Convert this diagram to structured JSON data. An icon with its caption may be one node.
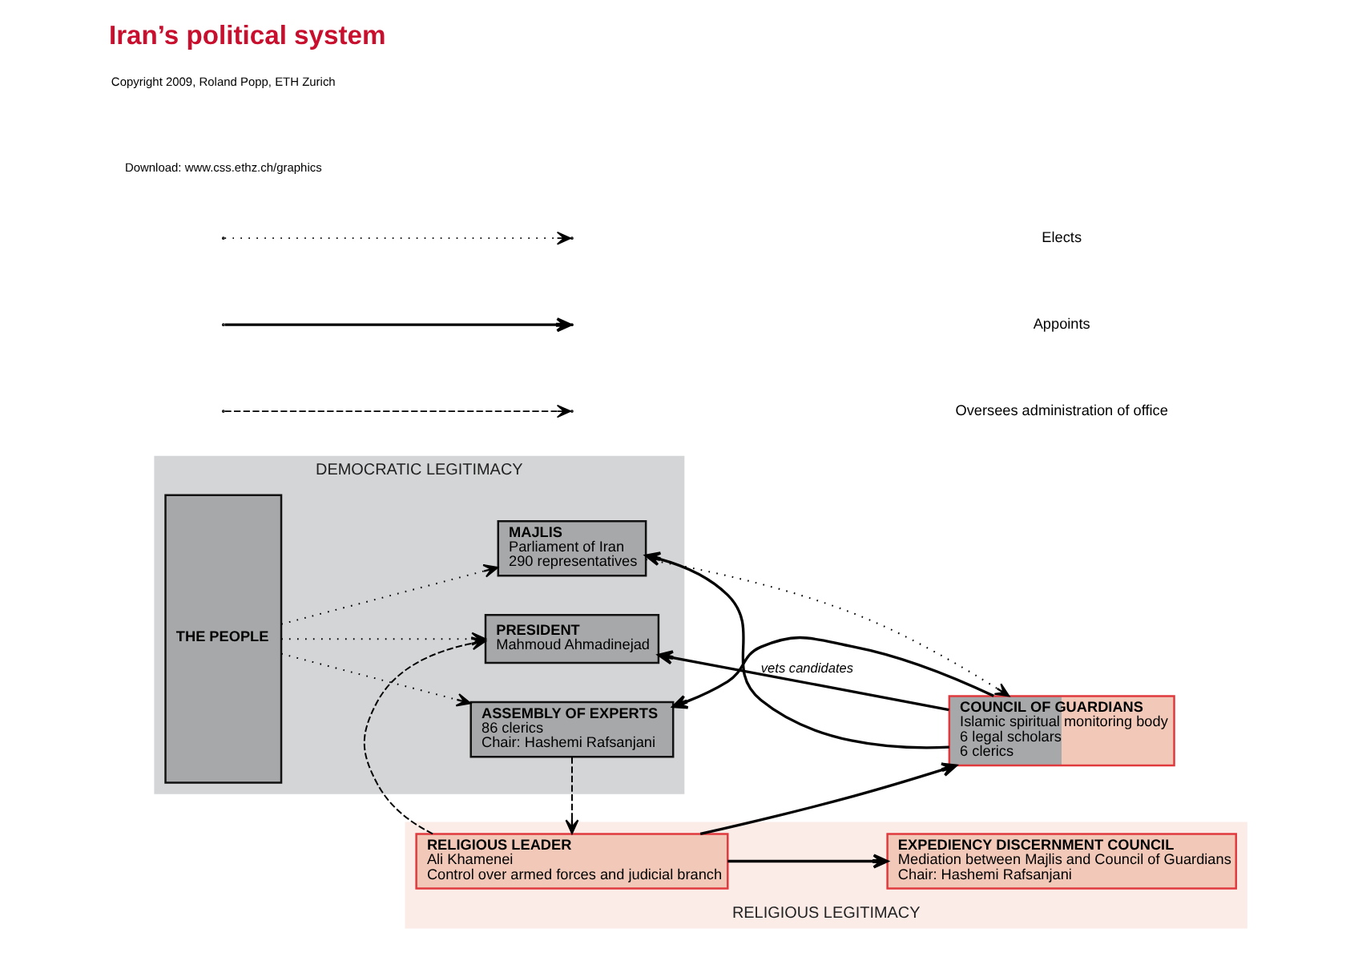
{
  "diagram": {
    "title": "Iran’s political system",
    "nodes": [
      {
        "text": [
          "DEMOCRATIC LEGITIMACY"
        ]
      },
      {
        "text": [
          "RELIGIOUS LEGITIMACY"
        ]
      },
      {
        "text": [
          "THE PEOPLE"
        ],
        "in": 0
      },
      {
        "text": [
          "ASSEMBLY OF EXPERTS",
          "86 clerics",
          "Chair: Hashemi Rafsanjani"
        ],
        "in": 0
      },
      {
        "text": [
          "PRESIDENT",
          "Mahmoud Ahmadinejad"
        ],
        "in": 0
      },
      {
        "text": [
          "COUNCIL OF GUARDIANS",
          "Islamic spiritual monitoring body",
          "6 legal scholars",
          "6 clerics"
        ]
      },
      {
        "text": [
          "MAJLIS",
          "Parliament of Iran",
          "290 representatives"
        ],
        "in": 0
      },
      {
        "text": [
          "RELIGIOUS LEADER",
          "Ali Khamenei",
          "Control over armed forces and judicial branch"
        ],
        "in": 1
      },
      {
        "text": [
          "EXPEDIENCY DISCERNMENT COUNCIL",
          "Mediation between Majlis and Council of Guardians",
          "Chair: Hashemi Rafsanjani"
        ],
        "in": 1
      }
    ],
    "edges": [
      {
        "from": 2,
        "to": 3,
        "arrow": "to",
        "style": "dashed"
      },
      {
        "from": 2,
        "to": 4,
        "arrow": "to",
        "style": "dashed"
      },
      {
        "from": 2,
        "to": 6,
        "arrow": "to",
        "style": "dashed"
      },
      {
        "from": 3,
        "to": 7,
        "arrow": "to",
        "style": "dashed"
      },
      {
        "from": 7,
        "to": 4,
        "arrow": "to",
        "style": "dashed"
      },
      {
        "from": 7,
        "to": 5,
        "arrow": "to"
      },
      {
        "from": 7,
        "to": 8,
        "arrow": "to"
      },
      {
        "from": 6,
        "to": 5,
        "arrow": "to",
        "style": "dashed"
      },
      {
        "from": 5,
        "to": 3,
        "arrow": "to"
      },
      {
        "from": 5,
        "to": 4,
        "arrow": "to",
        "label": "vets candidates"
      },
      {
        "from": 5,
        "to": 6,
        "arrow": "to"
      }
    ],
    "labels": [
      "Download: www.css.ethz.ch/graphics",
      "Copyright 2009, Roland Popp, ETH Zurich"
    ],
    "legend": [
      {
        "text": "Elects"
      },
      {
        "text": "Appoints"
      },
      {
        "text": "Oversees administration of office"
      }
    ]
  }
}
